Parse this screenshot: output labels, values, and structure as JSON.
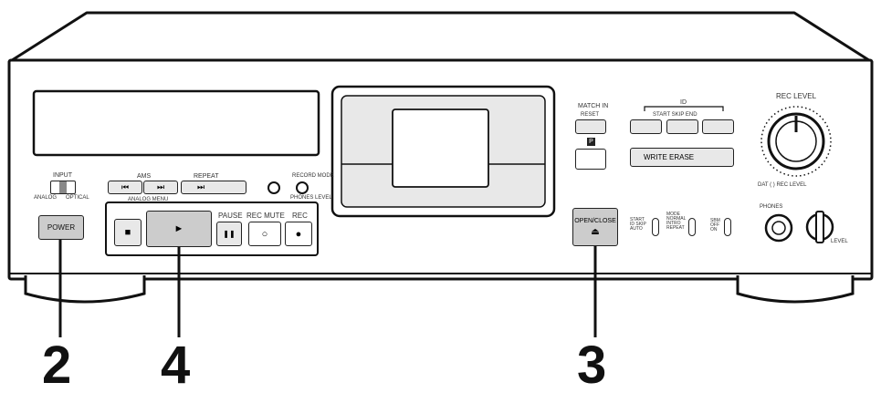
{
  "labels": {
    "input": "INPUT",
    "input_left": "ANALOG",
    "input_right": "OPTICAL",
    "ams": "AMS",
    "ams_sub": "ANALOG MENU",
    "repeat": "REPEAT",
    "record_mode": "RECORD MODE",
    "record_mode_sub": "PHONES LEVEL",
    "match_in": "MATCH IN",
    "match_sub": "RESET",
    "match_box_letter": "P",
    "id": "ID",
    "id_sub": "START   SKIP   END",
    "write_erase": "WRITE ERASE",
    "rec_level": "REC LEVEL",
    "rec_level_sub": "DAT  (  )  REC LEVEL",
    "open_close": "OPEN/CLOSE",
    "pause": "PAUSE",
    "rec_mute": "REC MUTE",
    "rec": "REC",
    "phones": "PHONES",
    "level": "LEVEL",
    "sw1": "START ID  SKIP  AUTO",
    "sw2": "MODE  NORMAL  INTRO  REPEAT",
    "sw3": "SBM  OFF  ON",
    "power": "POWER"
  },
  "callouts": {
    "c2": "2",
    "c4": "4",
    "c3": "3"
  },
  "icons": {
    "stop": "■",
    "play": "►",
    "pause": "❚❚",
    "rec_mute": "○",
    "rec": "●",
    "prev": "⏮",
    "next": "⏭",
    "repeat_next": "⏭",
    "eject": "⏏"
  }
}
